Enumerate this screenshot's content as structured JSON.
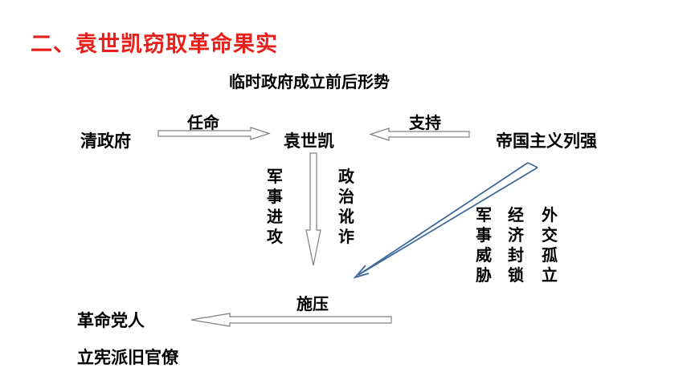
{
  "title": "二、袁世凯窃取革命果实",
  "subtitle": "临时政府成立前后形势",
  "nodes": {
    "qing": "清政府",
    "yuan": "袁世凯",
    "powers": "帝国主义列强",
    "revolutionaries": "革命党人",
    "constitutionalists": "立宪派旧官僚"
  },
  "edge_labels": {
    "appoint": "任命",
    "support": "支持",
    "military_attack": "军事进攻",
    "political_fraud": "政治讹诈",
    "pressure": "施压",
    "military_threat": "军事威胁",
    "economic_blockade": "经济封锁",
    "diplomatic_isolation": "外交孤立"
  },
  "colors": {
    "title": "#e8201c",
    "outline_arrow": "#7f7f7f",
    "blue_arrow": "#3d6a98"
  }
}
